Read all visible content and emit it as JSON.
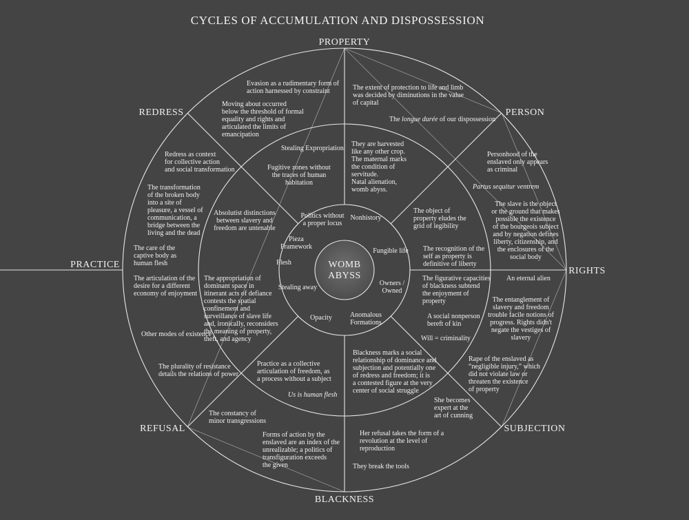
{
  "title": "CYCLES OF ACCUMULATION AND DISPOSSESSION",
  "axes": {
    "property": "PROPERTY",
    "person": "PERSON",
    "rights": "RIGHTS",
    "subjection": "SUBJECTION",
    "blackness": "BLACKNESS",
    "refusal": "REFUSAL",
    "practice": "PRACTICE",
    "redress": "REDRESS"
  },
  "core": [
    "WOMB",
    "ABYSS"
  ],
  "inner_ring": {
    "politics": [
      "Politics without",
      "a proper locus"
    ],
    "nonhistory": [
      "Nonhistory"
    ],
    "fungible": [
      "Fungible life"
    ],
    "owners": [
      "Owners /",
      "Owned"
    ],
    "anomalous": [
      "Anomalous",
      "Formations"
    ],
    "opacity": [
      "Opacity"
    ],
    "stealing_away": [
      "Stealing away"
    ],
    "flesh": [
      "Flesh"
    ],
    "pieza": [
      "Pieza",
      "Framework"
    ]
  },
  "middle_ring": {
    "stealing_expropriation": [
      "Stealing   Expropriation"
    ],
    "fugitive": [
      "Fugitive zones without",
      "the traces of human",
      "habitation"
    ],
    "harvested": [
      "They are harvested",
      "like any other crop.",
      "The maternal marks",
      "the condition of",
      "servitude.",
      "Natal alienation,",
      "womb abyss."
    ],
    "object_property": [
      "The object of",
      "property eludes the",
      "grid of legibility"
    ],
    "recognition": [
      "The recognition of the",
      "self as property is",
      "definitive of liberty"
    ],
    "absolutist": [
      "Absolutist distinctions",
      "between slavery and",
      "freedom are untenable"
    ],
    "appropriation": [
      "The appropriation of",
      "dominant space in",
      "itinerant acts of defiance",
      "contests the spatial",
      "confinement and",
      "surveillance of slave life",
      "and, ironically, reconsiders",
      "the meaning of property,",
      "theft, and agency"
    ],
    "figurative": [
      "The figurative capacities",
      "of blackness subtend",
      "the enjoyment of",
      "property"
    ],
    "social_nonperson": [
      "A social nonperson",
      "bereft of kin"
    ],
    "will": [
      "Will = criminality"
    ],
    "practice_collective": [
      "Practice as a collective",
      "articulation of freedom, as",
      "a process without a subject"
    ],
    "us_flesh": [
      "Us is human flesh"
    ],
    "blackness_marks": [
      "Blackness marks a social",
      "relationship of dominance and",
      "subjection and potentially one",
      "of redress and freedom; it is",
      "a contested figure at the very",
      "center of social struggle"
    ]
  },
  "outer_ring": {
    "evasion": [
      "Evasion as a rudimentary form of",
      "action harnessed by constraint"
    ],
    "moving_about": [
      "Moving about occurred",
      "below the threshold of formal",
      "equality and rights and",
      "articulated the limits of",
      "emancipation"
    ],
    "extent_protection": [
      "The extent of protection to life and limb",
      "was decided by diminutions in the value",
      "of capital"
    ],
    "longue_duree": [
      "The longue durée of our dispossession"
    ],
    "personhood": [
      "Personhood of the",
      "enslaved only appears",
      "as criminal"
    ],
    "partus": [
      "Partus sequitur ventrem"
    ],
    "slave_object": [
      "The slave is the object",
      "or the ground that makes",
      "possible the existence",
      "of the bourgeois subject",
      "and by negation defines",
      "liberty, citizenship, and",
      "the enclosures of the",
      "social body"
    ],
    "redress_context": [
      "Redress as context",
      "for collective action",
      "and social transformation"
    ],
    "transformation": [
      "The transformation",
      "of the broken body",
      "into a site of",
      "pleasure, a vessel of",
      "communication, a",
      "bridge between the",
      "living and the dead"
    ],
    "care": [
      "The care of the",
      "captive body as",
      "human flesh"
    ],
    "articulation": [
      "The articulation of the",
      "desire for a different",
      "economy of enjoyment"
    ],
    "other_modes": [
      "Other modes of existence"
    ],
    "plurality": [
      "The plurality of resistance",
      "details the relations of power"
    ],
    "eternal_alien": [
      "An eternal alien"
    ],
    "entanglement": [
      "The entanglement of",
      "slavery and freedom",
      "trouble facile notions of",
      "progress. Rights didn't",
      "negate the vestiges of",
      "slavery"
    ],
    "rape": [
      "Rape of the enslaved as",
      "“negligible injury,” which",
      "did not violate law or",
      "threaten the existence",
      "of property"
    ],
    "she_becomes": [
      "She becomes",
      "expert at the",
      "art of cunning"
    ],
    "constancy": [
      "The constancy of",
      "minor transgressions"
    ],
    "forms_action": [
      "Forms of action by the",
      "enslaved are an index of the",
      "unrealizable; a politics of",
      "transfiguration exceeds",
      "the given"
    ],
    "her_refusal": [
      "Her refusal takes the form of a",
      "revolution at the level of",
      "reproduction"
    ],
    "break_tools": [
      "They break the tools"
    ]
  },
  "colors": {
    "background": "#444444",
    "line": "#e8e8e8",
    "text": "#f2f2f2",
    "core_fill": "#5c5c5c"
  }
}
